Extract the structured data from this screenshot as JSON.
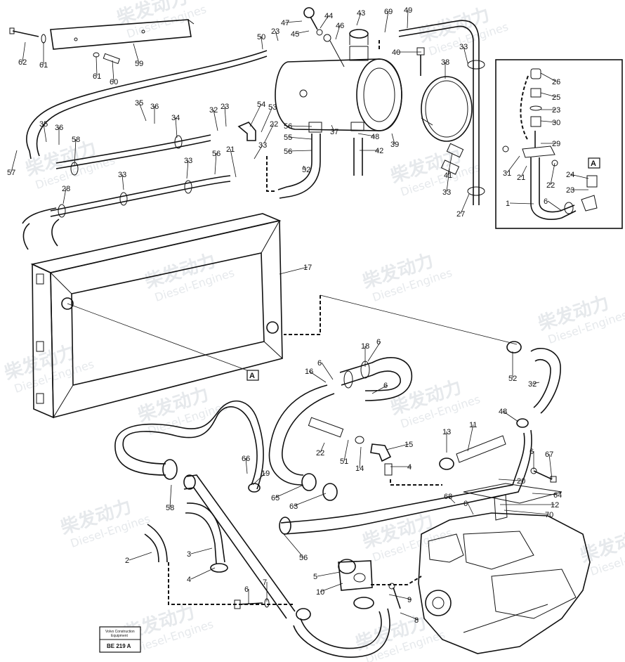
{
  "watermark": {
    "brand_cn": "柴发动力",
    "brand_en": "Diesel-Engines"
  },
  "detail_marker": "A",
  "plate": {
    "line1": "Volvo Construction",
    "line2": "Equipment",
    "code": "BE 219 A"
  },
  "callouts": [
    "62",
    "61",
    "59",
    "61",
    "60",
    "50",
    "47",
    "45",
    "44",
    "23",
    "46",
    "43",
    "69",
    "49",
    "40",
    "33",
    "35",
    "36",
    "32",
    "23",
    "34",
    "54",
    "53",
    "22",
    "56",
    "55",
    "56",
    "37",
    "48",
    "39",
    "38",
    "35",
    "36",
    "58",
    "56",
    "21",
    "33",
    "57",
    "52",
    "42",
    "41",
    "33",
    "33",
    "33",
    "28",
    "27",
    "26",
    "25",
    "23",
    "30",
    "29",
    "31",
    "21",
    "22",
    "24",
    "23",
    "1",
    "6",
    "17",
    "18",
    "6",
    "6",
    "16",
    "6",
    "52",
    "32",
    "48",
    "22",
    "51",
    "14",
    "15",
    "4",
    "13",
    "11",
    "6",
    "67",
    "66",
    "19",
    "20",
    "64",
    "65",
    "63",
    "68",
    "6",
    "12",
    "70",
    "58",
    "56",
    "2",
    "3",
    "4",
    "5",
    "10",
    "9",
    "8",
    "6",
    "7"
  ]
}
